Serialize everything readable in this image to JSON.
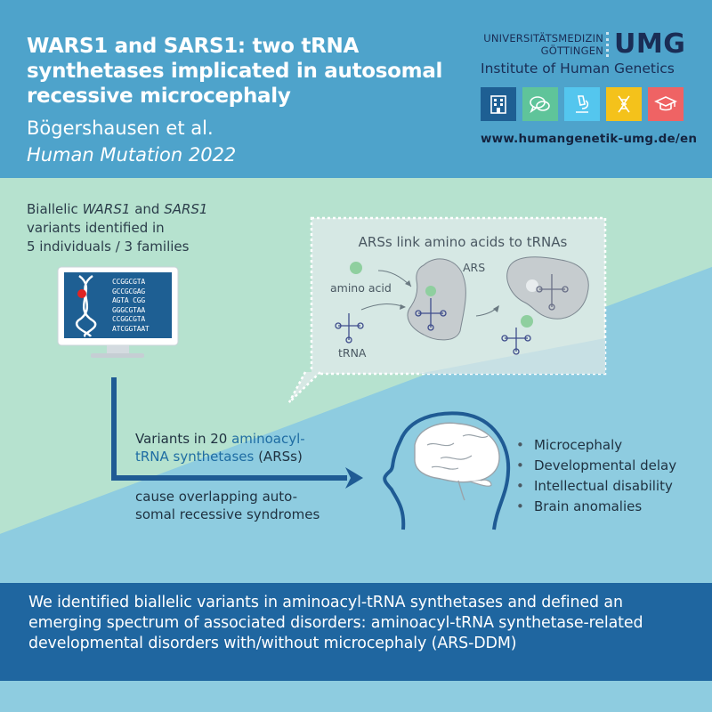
{
  "header": {
    "title": "WARS1 and SARS1: two tRNA synthetases implicated in autosomal recessive microcephaly",
    "authors": "Bögershausen et al.",
    "journal": "Human Mutation 2022"
  },
  "logo": {
    "university_line1": "UNIVERSITÄTSMEDIZIN",
    "university_line2": "GÖTTINGEN",
    "acronym": "UMG",
    "institute": "Institute of Human Genetics",
    "website": "www.humangenetik-umg.de/en",
    "tiles": [
      {
        "icon": "building-icon",
        "color": "#1e5f93"
      },
      {
        "icon": "speech-bubbles-icon",
        "color": "#5fc49a"
      },
      {
        "icon": "microscope-icon",
        "color": "#54c6ee"
      },
      {
        "icon": "dna-icon",
        "color": "#f4c21b"
      },
      {
        "icon": "graduation-cap-icon",
        "color": "#ef6364"
      }
    ]
  },
  "biallelic": {
    "prefix": "Biallelic ",
    "gene1": "WARS1",
    "and": " and ",
    "gene2": "SARS1",
    "rest": "variants identified in",
    "line3": "5 individuals / 3 families"
  },
  "monitor": {
    "sequence": [
      "CCGGCGTA",
      "GCCGCGAG",
      "AGTA CGG",
      "GGGCGTAA",
      "CCGGCGTA",
      "ATCGGTAAT"
    ]
  },
  "ars_box": {
    "title": "ARSs link amino acids to tRNAs",
    "amino_acid_label": "amino acid",
    "ars_label": "ARS",
    "trna_label": "tRNA"
  },
  "variants": {
    "line1_prefix": "Variants in 20 ",
    "line1_highlight": "aminoacyl-",
    "line2_highlight": "tRNA synthetases",
    "line2_suffix": " (ARSs)",
    "cause_line1": "cause overlapping auto-",
    "cause_line2": "somal recessive syndromes"
  },
  "symptoms": [
    "Microcephaly",
    "Developmental delay",
    "Intellectual disability",
    "Brain anomalies"
  ],
  "footer": {
    "text": "We identified biallelic variants in aminoacyl-tRNA synthetases and defined an emerging  spectrum of associated disorders: aminoacyl-tRNA synthetase-related developmental disorders with/without microcephaly (ARS-DDM)"
  },
  "colors": {
    "header_bg": "#4ea3cb",
    "green_bg": "#b6e2cf",
    "blue_bg": "#8ecce0",
    "footer_bg": "#1f66a0",
    "arrow": "#1f5b94"
  }
}
